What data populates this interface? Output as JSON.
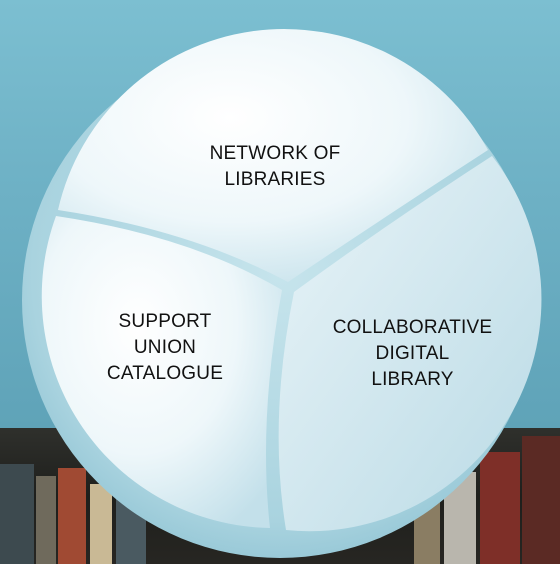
{
  "segments": [
    {
      "id": "top",
      "label": "NETWORK OF\nLIBRARIES"
    },
    {
      "id": "left",
      "label": "SUPPORT\nUNION\nCATALOGUE"
    },
    {
      "id": "right",
      "label": "COLLABORATIVE\nDIGITAL\nLIBRARY"
    }
  ],
  "colors": {
    "sky": "#7cbfd1",
    "ring": "#a9d3df",
    "segment_light": "#f4fafc",
    "segment_mid": "#cfe6ee",
    "shelf_dark": "#23231f"
  }
}
